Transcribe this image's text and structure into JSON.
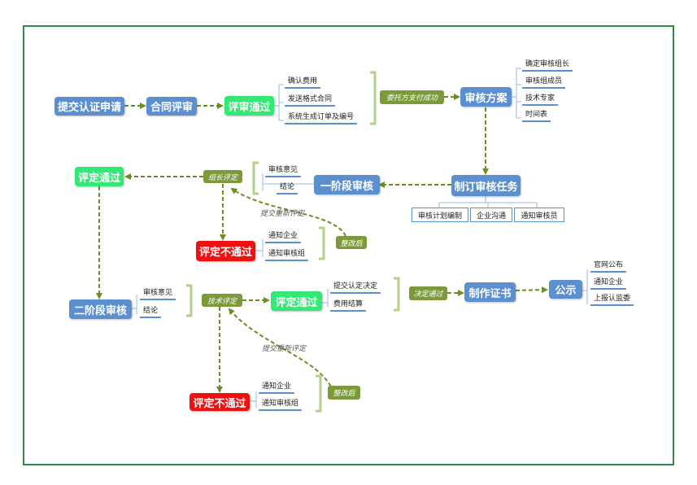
{
  "nodes": {
    "submit_application": "提交认证申请",
    "contract_review": "合同评审",
    "review_pass_1": "评审通过",
    "audit_plan": "审核方案",
    "make_audit_task": "制订审核任务",
    "stage1_audit": "一阶段审核",
    "eval_pass_1": "评定通过",
    "eval_fail_1": "评定不通过",
    "stage2_audit": "二阶段审核",
    "eval_pass_2": "评定通过",
    "make_certificate": "制作证书",
    "publicize": "公示",
    "eval_fail_2": "评定不通过"
  },
  "connectors": {
    "client_paid": "委托方支付成功",
    "team_lead_eval": "组长评定",
    "rectified_1": "整改后",
    "tech_eval": "技术评定",
    "decision_pass": "决定通过",
    "rectified_2": "整改后"
  },
  "notes": {
    "resubmit_1": "提交重新评定",
    "resubmit_2": "提交重新评定"
  },
  "leaves": {
    "review_pass": [
      "确认费用",
      "发送格式合同",
      "系统生成订单及编号"
    ],
    "audit_plan": [
      "确定审核组长",
      "审核组成员",
      "技术专家",
      "时间表"
    ],
    "audit_task": [
      "审核计划编制",
      "企业沟通",
      "通知审核员"
    ],
    "stage1": [
      "审核意见",
      "结论"
    ],
    "fail1": [
      "通知企业",
      "通知审核组"
    ],
    "stage2": [
      "审核意见",
      "结论"
    ],
    "pass2": [
      "提交认定决定",
      "费用结算"
    ],
    "publicize": [
      "官网公布",
      "通知企业",
      "上报认监委"
    ],
    "fail2": [
      "通知企业",
      "通知审核组"
    ]
  },
  "colors": {
    "frame": "#2e8b47",
    "blue_node": "#5b8fd0",
    "green_node": "#33e874",
    "red_node": "#ee1111",
    "olive_node": "#7c9a3a",
    "arrow": "#6b8e23",
    "bracket": "#b5cf8a"
  }
}
